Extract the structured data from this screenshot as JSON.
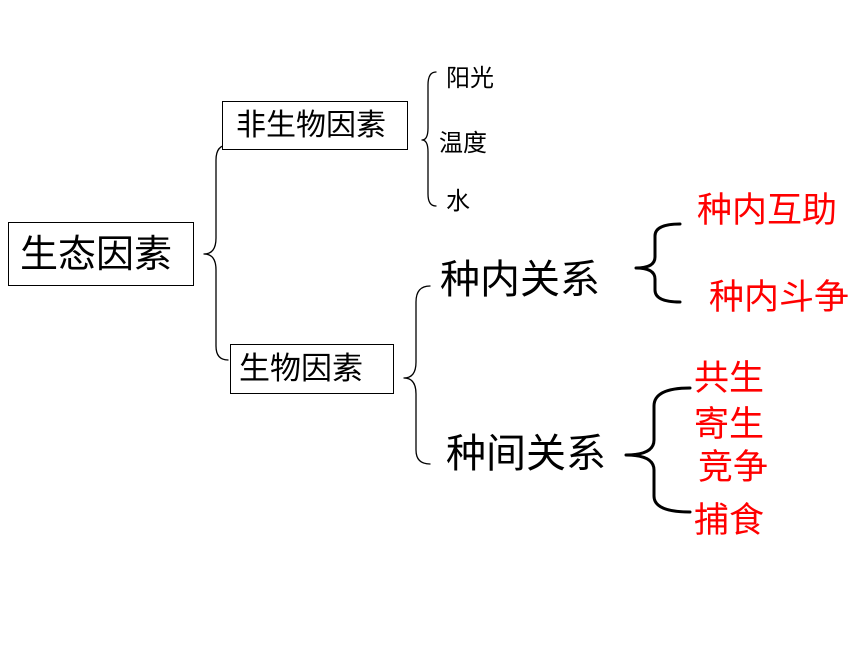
{
  "root": "生态因素",
  "abiotic": {
    "label": "非生物因素",
    "items": [
      "阳光",
      "温度",
      "水"
    ]
  },
  "biotic": {
    "label": "生物因素",
    "intra": {
      "label": "种内关系",
      "items": [
        "种内互助",
        "种内斗争"
      ]
    },
    "inter": {
      "label": "种间关系",
      "items": [
        "共生",
        "寄生",
        "竞争",
        "捕食"
      ]
    }
  },
  "colors": {
    "text": "#000000",
    "highlight": "#ff0000"
  }
}
